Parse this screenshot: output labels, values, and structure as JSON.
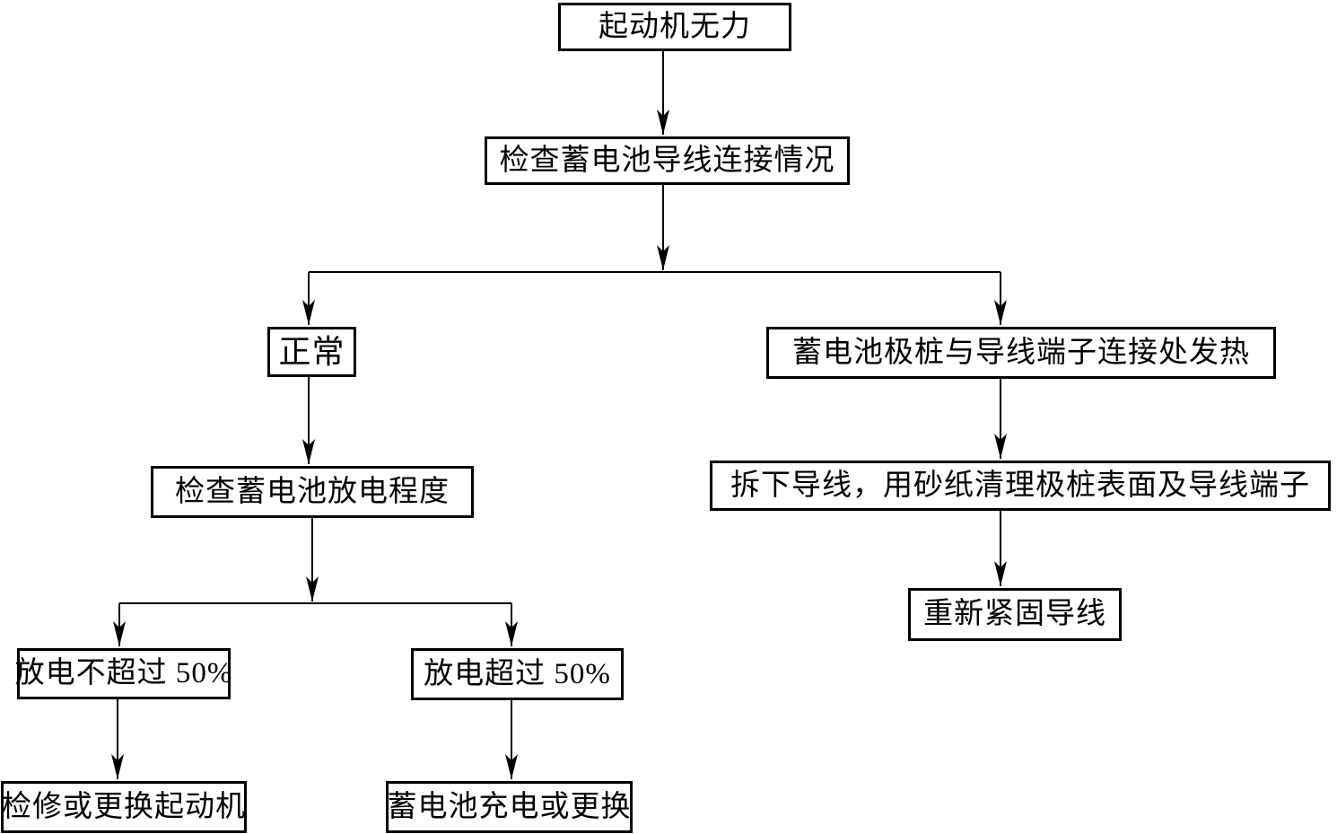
{
  "colors": {
    "background": "#ffffff",
    "line": "#000000",
    "text": "#000000"
  },
  "flowchart": {
    "nodes": {
      "start": {
        "label": "起动机无力"
      },
      "check_wire_connection": {
        "label": "检查蓄电池导线连接情况"
      },
      "normal": {
        "label": "正常"
      },
      "terminal_hot": {
        "label": "蓄电池极桩与导线端子连接处发热"
      },
      "check_discharge_level": {
        "label": "检查蓄电池放电程度"
      },
      "clean_terminals": {
        "label": "拆下导线，用砂纸清理极桩表面及导线端子"
      },
      "refasten_wire": {
        "label": "重新紧固导线"
      },
      "discharge_not_over_50": {
        "label": "放电不超过 50%"
      },
      "discharge_over_50": {
        "label": "放电超过 50%"
      },
      "repair_or_replace_starter": {
        "label": "检修或更换起动机"
      },
      "charge_or_replace_battery": {
        "label": "蓄电池充电或更换"
      }
    },
    "edges": [
      {
        "from": "start",
        "to": "check_wire_connection"
      },
      {
        "from": "check_wire_connection",
        "to": "normal"
      },
      {
        "from": "check_wire_connection",
        "to": "terminal_hot"
      },
      {
        "from": "normal",
        "to": "check_discharge_level"
      },
      {
        "from": "check_discharge_level",
        "to": "discharge_not_over_50"
      },
      {
        "from": "check_discharge_level",
        "to": "discharge_over_50"
      },
      {
        "from": "discharge_not_over_50",
        "to": "repair_or_replace_starter"
      },
      {
        "from": "discharge_over_50",
        "to": "charge_or_replace_battery"
      },
      {
        "from": "terminal_hot",
        "to": "clean_terminals"
      },
      {
        "from": "clean_terminals",
        "to": "refasten_wire"
      }
    ]
  }
}
